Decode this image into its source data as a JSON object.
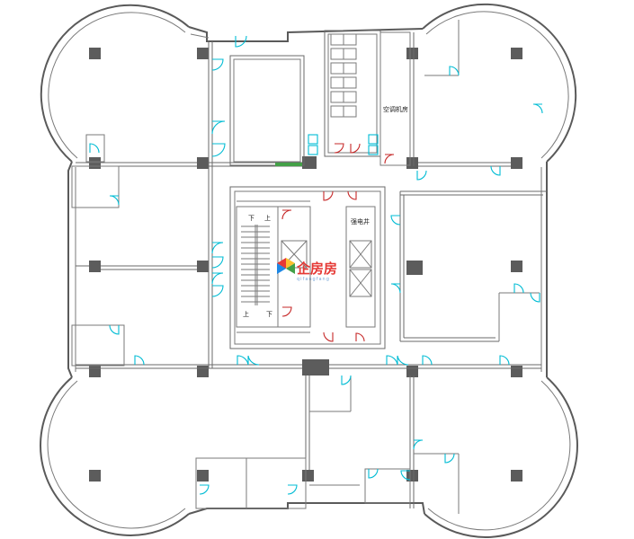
{
  "labels": {
    "ac_room": "空调机房",
    "elec_shaft": "强电井",
    "stair_down_top": "下",
    "stair_up_top": "上",
    "stair_up_bottom": "上",
    "stair_down_bottom": "下"
  },
  "watermark": {
    "brand": "企房房",
    "sub": "qifangfang"
  },
  "colors": {
    "wall": "#5a5a5a",
    "column": "#5c5c5c",
    "door_cyan": "#00bcd4",
    "door_red": "#c62828",
    "watermark_red": "#e53935",
    "watermark_blue": "#7aa7d8",
    "green_strip": "#43a047"
  }
}
